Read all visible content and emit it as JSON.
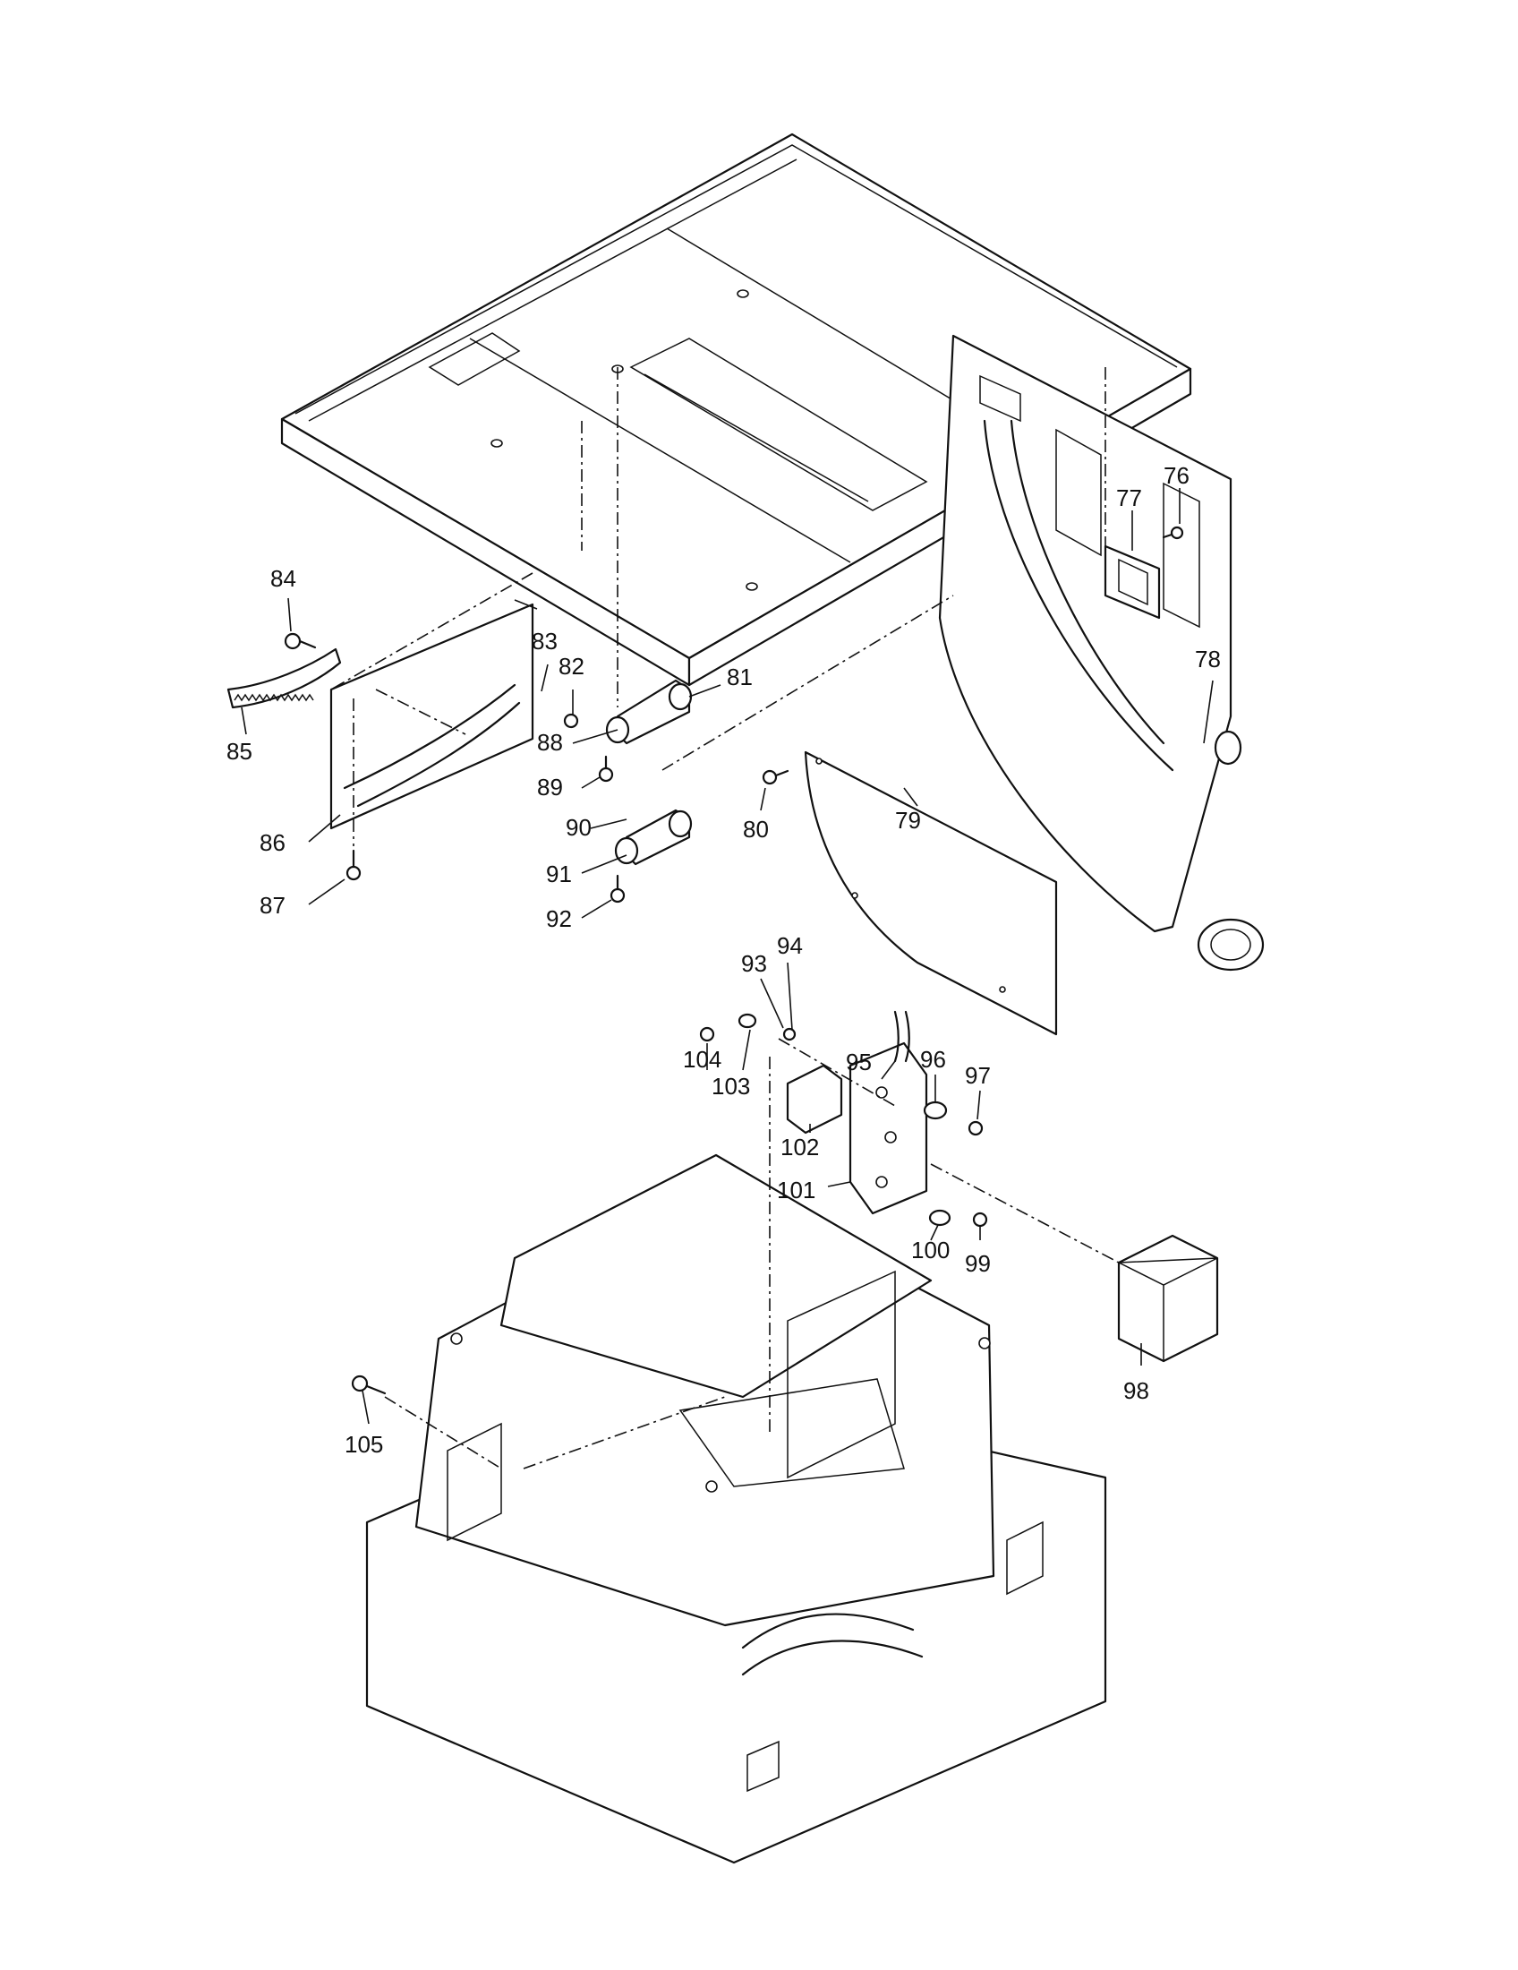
{
  "diagram": {
    "callouts": [
      {
        "id": "76",
        "text": "76"
      },
      {
        "id": "77",
        "text": "77"
      },
      {
        "id": "78",
        "text": "78"
      },
      {
        "id": "79",
        "text": "79"
      },
      {
        "id": "80",
        "text": "80"
      },
      {
        "id": "81",
        "text": "81"
      },
      {
        "id": "82",
        "text": "82"
      },
      {
        "id": "83",
        "text": "83"
      },
      {
        "id": "84",
        "text": "84"
      },
      {
        "id": "85",
        "text": "85"
      },
      {
        "id": "86",
        "text": "86"
      },
      {
        "id": "87",
        "text": "87"
      },
      {
        "id": "88",
        "text": "88"
      },
      {
        "id": "89",
        "text": "89"
      },
      {
        "id": "90",
        "text": "90"
      },
      {
        "id": "91",
        "text": "91"
      },
      {
        "id": "92",
        "text": "92"
      },
      {
        "id": "93",
        "text": "93"
      },
      {
        "id": "94",
        "text": "94"
      },
      {
        "id": "95",
        "text": "95"
      },
      {
        "id": "96",
        "text": "96"
      },
      {
        "id": "97",
        "text": "97"
      },
      {
        "id": "98",
        "text": "98"
      },
      {
        "id": "99",
        "text": "99"
      },
      {
        "id": "100",
        "text": "100"
      },
      {
        "id": "101",
        "text": "101"
      },
      {
        "id": "102",
        "text": "102"
      },
      {
        "id": "103",
        "text": "103"
      },
      {
        "id": "104",
        "text": "104"
      },
      {
        "id": "105",
        "text": "105"
      }
    ]
  }
}
